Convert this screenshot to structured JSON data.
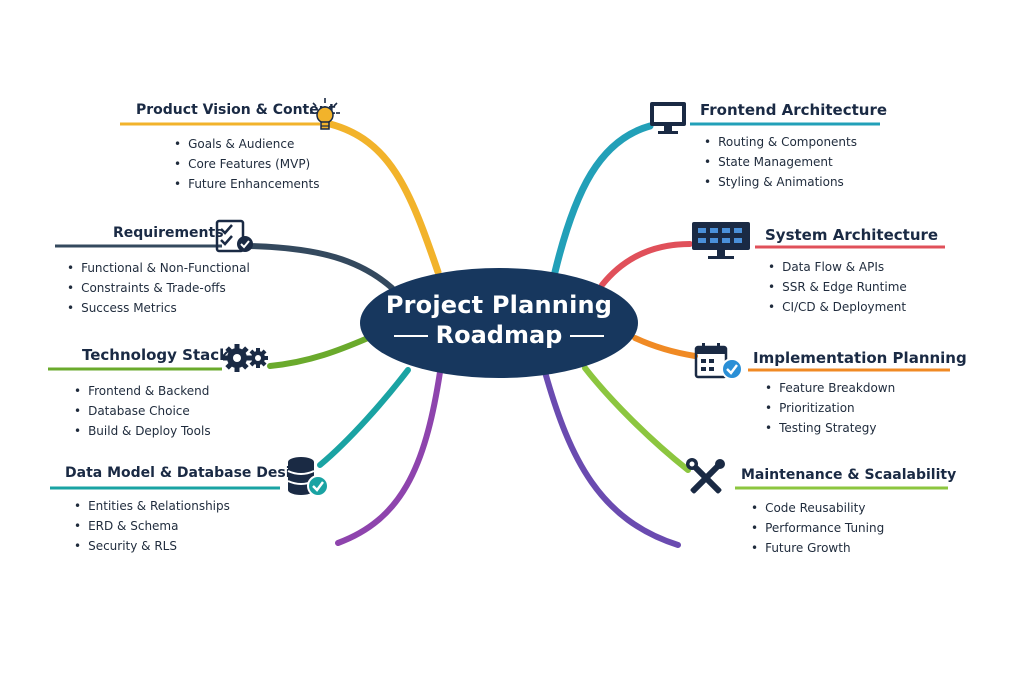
{
  "center": {
    "line1": "Project Planning",
    "line2": "Roadmap"
  },
  "branches": [
    {
      "id": "product-vision",
      "title": "Product Vision & Content",
      "icon": "lightbulb-icon",
      "color": "#f2b32b",
      "items": [
        "Goals & Audience",
        "Core Features (MVP)",
        "Future Enhancements"
      ]
    },
    {
      "id": "requirements",
      "title": "Requirements",
      "icon": "checklist-icon",
      "color": "#34495e",
      "items": [
        "Functional & Non-Functional",
        "Constraints & Trade-offs",
        "Success Metrics"
      ]
    },
    {
      "id": "technology-stack",
      "title": "Technology Stack",
      "icon": "gears-icon",
      "color": "#6aaa2c",
      "items": [
        "Frontend & Backend",
        "Database Choice",
        "Build & Deploy Tools"
      ]
    },
    {
      "id": "data-model",
      "title": "Data Model & Database Design",
      "icon": "database-check-icon",
      "color": "#1aa3a3",
      "items": [
        "Entities & Relationships",
        "ERD & Schema",
        "Security & RLS"
      ]
    },
    {
      "id": "frontend-architecture",
      "title": "Frontend Architecture",
      "icon": "monitor-icon",
      "color": "#22a0b8",
      "items": [
        "Routing & Components",
        "State Management",
        "Styling & Animations"
      ]
    },
    {
      "id": "system-architecture",
      "title": "System Architecture",
      "icon": "server-monitor-icon",
      "color": "#e0505a",
      "items": [
        "Data Flow & APIs",
        "SSR & Edge Runtime",
        "CI/CD & Deployment"
      ]
    },
    {
      "id": "implementation-planning",
      "title": "Implementation Planning",
      "icon": "calendar-check-icon",
      "color": "#f08a24",
      "items": [
        "Feature Breakdown",
        "Prioritization",
        "Testing Strategy"
      ]
    },
    {
      "id": "maintenance",
      "title": "Maintenance & Scaalability",
      "icon": "tools-icon",
      "color": "#8cc63f",
      "items": [
        "Code Reusability",
        "Performance Tuning",
        "Future Growth"
      ]
    }
  ],
  "extra_connector_colors": {
    "purple_left": "#8e44ad",
    "purple_right": "#6a4bb0"
  }
}
